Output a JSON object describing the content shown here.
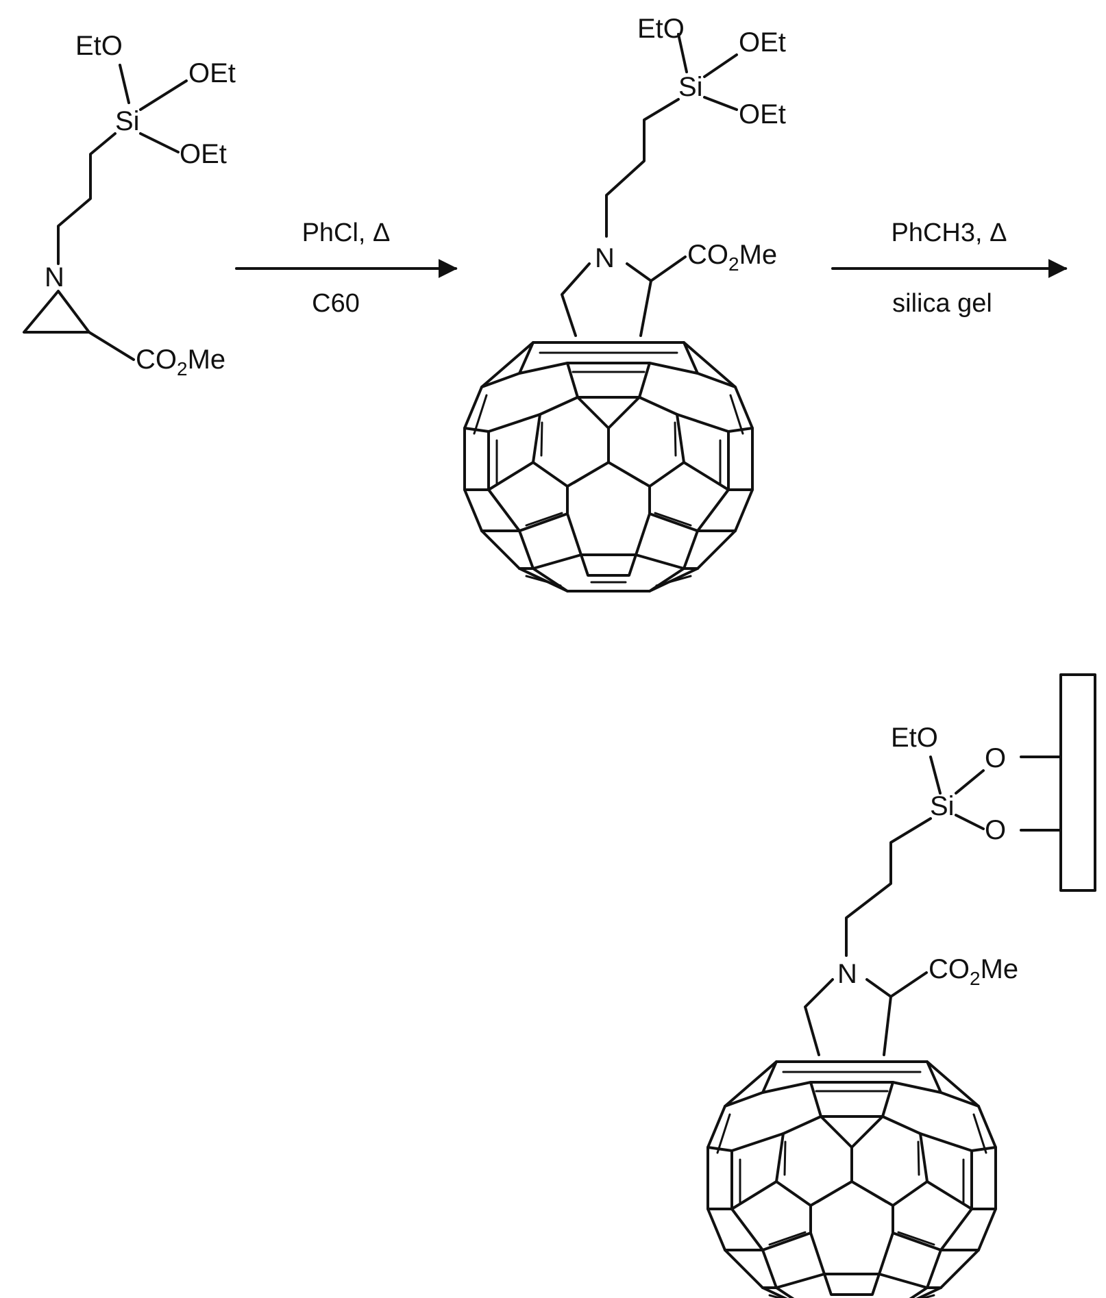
{
  "labels": {
    "eto": "EtO",
    "oet": "OEt",
    "si": "Si",
    "n": "N",
    "co2": "CO",
    "two": "2",
    "me": "Me",
    "o": "O"
  },
  "step1": {
    "above": "PhCl, Δ",
    "below": "C60"
  },
  "step2": {
    "above": "PhCH3, Δ",
    "below": "silica gel"
  },
  "colors": {
    "line": "#111111",
    "background": "#ffffff"
  }
}
